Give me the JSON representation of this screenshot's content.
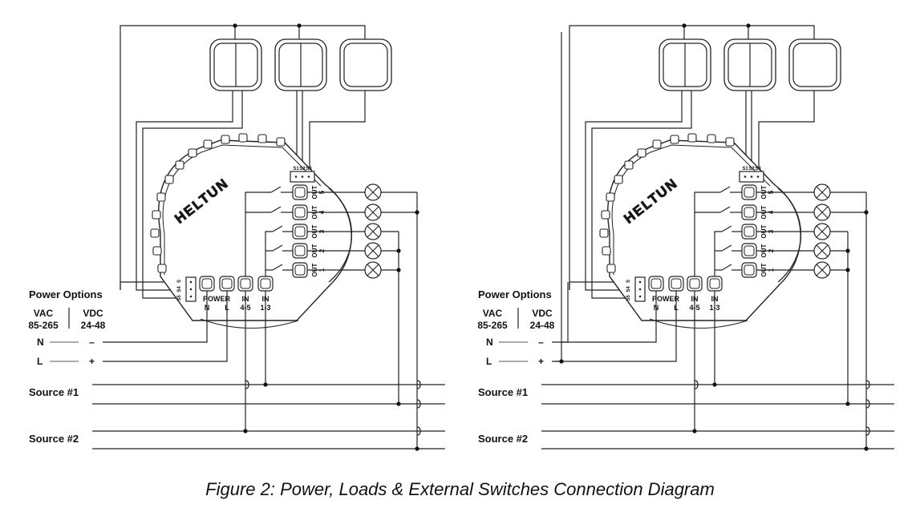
{
  "caption": "Figure 2: Power, Loads & External Switches Connection Diagram",
  "diagrams": [
    {
      "brand": "HELTUN",
      "power_options_title": "Power Options",
      "vac_label": "VAC",
      "vac_range": "85-265",
      "vdc_label": "VDC",
      "vdc_range": "24-48",
      "n_label": "N",
      "l_label": "L",
      "minus_sign": "–",
      "plus_sign": "+",
      "source1_label": "Source #1",
      "source2_label": "Source #2",
      "switch_terminal_labels": [
        "S1",
        "S2",
        "S3"
      ],
      "side_terminal_labels": [
        "S5",
        "S4",
        "S"
      ],
      "power_label": "POWER",
      "power_n": "N",
      "power_l": "L",
      "in45_label": "IN",
      "in45_range": "4-5",
      "in13_label": "IN",
      "in13_range": "1-3",
      "outputs": [
        {
          "label": "OUT",
          "num": "5"
        },
        {
          "label": "OUT",
          "num": "4"
        },
        {
          "label": "OUT",
          "num": "3"
        },
        {
          "label": "OUT",
          "num": "2"
        },
        {
          "label": "OUT",
          "num": "1"
        }
      ]
    },
    {
      "brand": "HELTUN",
      "power_options_title": "Power Options",
      "vac_label": "VAC",
      "vac_range": "85-265",
      "vdc_label": "VDC",
      "vdc_range": "24-48",
      "n_label": "N",
      "l_label": "L",
      "minus_sign": "–",
      "plus_sign": "+",
      "source1_label": "Source #1",
      "source2_label": "Source #2",
      "switch_terminal_labels": [
        "S1",
        "S2",
        "S3"
      ],
      "side_terminal_labels": [
        "S5",
        "S4",
        "S"
      ],
      "power_label": "POWER",
      "power_n": "N",
      "power_l": "L",
      "in45_label": "IN",
      "in45_range": "4-5",
      "in13_label": "IN",
      "in13_range": "1-3",
      "outputs": [
        {
          "label": "OUT",
          "num": "5"
        },
        {
          "label": "OUT",
          "num": "4"
        },
        {
          "label": "OUT",
          "num": "3"
        },
        {
          "label": "OUT",
          "num": "2"
        },
        {
          "label": "OUT",
          "num": "1"
        }
      ]
    }
  ]
}
